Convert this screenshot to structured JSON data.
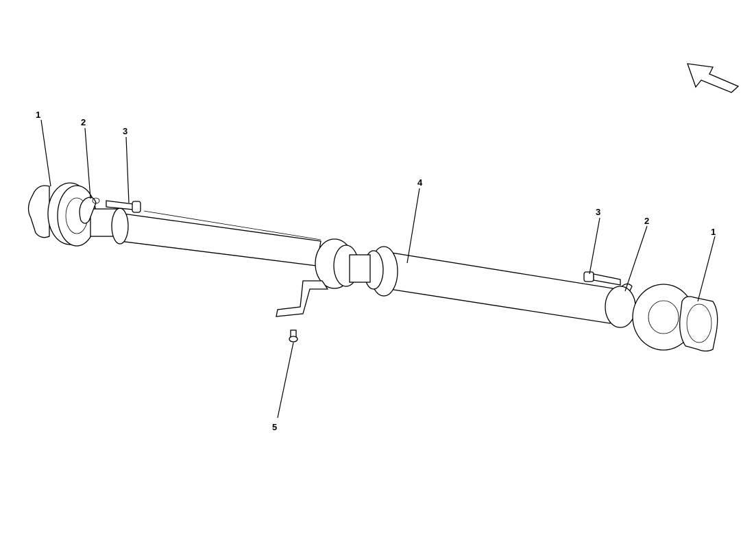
{
  "callouts": {
    "c1_left": "1",
    "c2_left": "2",
    "c3_left": "3",
    "c4": "4",
    "c3_right": "3",
    "c2_right": "2",
    "c1_right": "1",
    "c5": "5"
  },
  "icons": {
    "direction": "direction-arrow-icon"
  }
}
